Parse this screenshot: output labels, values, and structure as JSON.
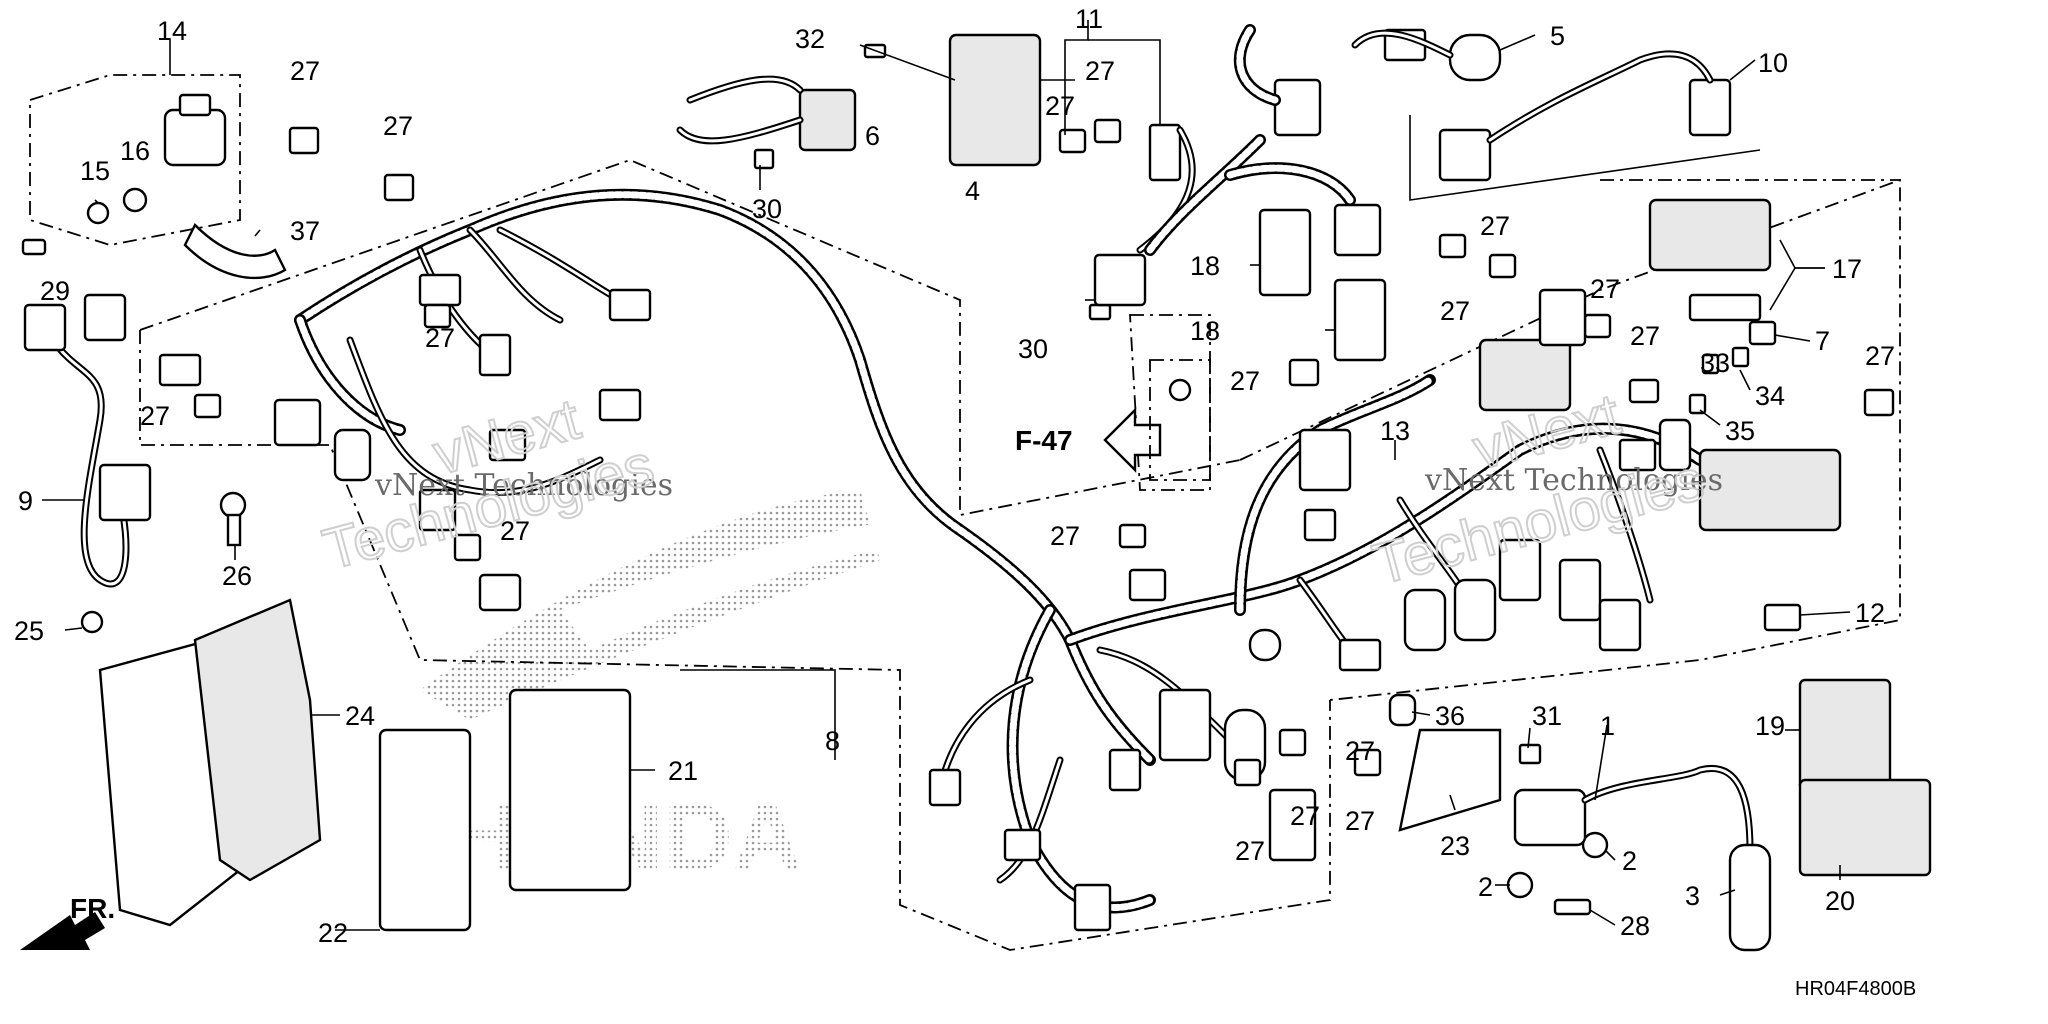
{
  "diagram_code": "HR04F4800B",
  "reference": "F-47",
  "front_label": "FR.",
  "watermark": {
    "brand_line": "vNext Technologies",
    "brand_big": "Technologies",
    "brand_top": "vNext",
    "logo_text": "HONDA"
  },
  "callouts": {
    "c1": "1",
    "c2a": "2",
    "c2b": "2",
    "c3": "3",
    "c4": "4",
    "c5": "5",
    "c6": "6",
    "c7": "7",
    "c8": "8",
    "c9": "9",
    "c10": "10",
    "c11": "11",
    "c12": "12",
    "c13": "13",
    "c14": "14",
    "c15": "15",
    "c16": "16",
    "c17": "17",
    "c18a": "18",
    "c18b": "18",
    "c19": "19",
    "c20": "20",
    "c21": "21",
    "c22": "22",
    "c23": "23",
    "c24": "24",
    "c25": "25",
    "c26": "26",
    "c27a": "27",
    "c27b": "27",
    "c27c": "27",
    "c27d": "27",
    "c27e": "27",
    "c27f": "27",
    "c27g": "27",
    "c27h": "27",
    "c27i": "27",
    "c27j": "27",
    "c27k": "27",
    "c27l": "27",
    "c27m": "27",
    "c27n": "27",
    "c27o": "27",
    "c27p": "27",
    "c27q": "27",
    "c27r": "27",
    "c28": "28",
    "c29": "29",
    "c30a": "30",
    "c30b": "30",
    "c31": "31",
    "c32": "32",
    "c33": "33",
    "c34": "34",
    "c35": "35",
    "c36": "36",
    "c37": "37"
  }
}
